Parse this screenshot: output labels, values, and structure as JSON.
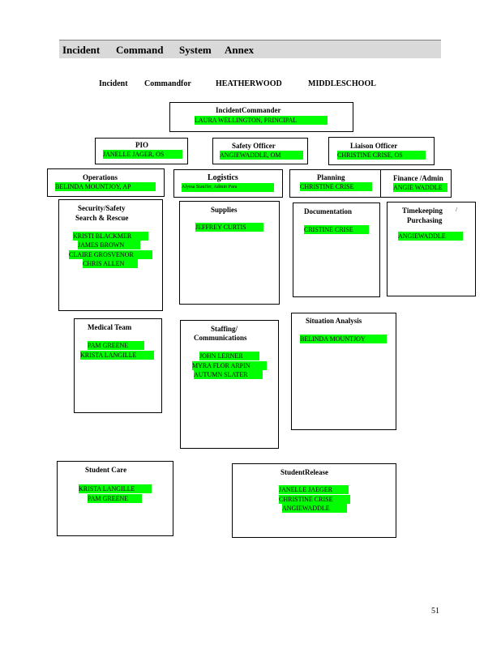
{
  "header": {
    "w1": "Incident",
    "w2": "Command",
    "w3": "System",
    "w4": "Annex"
  },
  "title": {
    "t1": "Incident",
    "t2": "Commandfor",
    "t3": "HEATHERWOOD",
    "t4": "MIDDLESCHOOL"
  },
  "commander": {
    "label": "IncidentCommander",
    "name": "LAURA      WELLINGTON,              PRINCIPAL"
  },
  "pio": {
    "label": "PIO",
    "name": "JANELLE         JAGER,        OS"
  },
  "safety": {
    "label": "Safety      Officer",
    "name": "ANGIEWADDLE,                OM"
  },
  "liaison": {
    "label": "Liaison       Officer",
    "name": "CHRISTINE          CRISE,        OS"
  },
  "operations": {
    "label": "Operations",
    "name": "BELINDA       MOUNTJOY,           AP"
  },
  "logistics": {
    "label": "Logistics",
    "name": "Alyssa     Stauffer,         Admin      Para"
  },
  "planning": {
    "label": "Planning",
    "name": "CHRISTINE           CRISE"
  },
  "finance": {
    "label": "Finance      /Admin",
    "name": "ANGIE        WADDLE"
  },
  "security": {
    "label1": "Security/Safety",
    "label2": "Search       & Rescue",
    "n1": "KRISTI        BLACKMER",
    "n2": "JAMES        BROWN",
    "n3": "CLAIRE       GROSVENOR",
    "n4": "CHRIS      ALLEN"
  },
  "supplies": {
    "label": "Supplies",
    "name": "JEFFREY          CURTIS"
  },
  "documentation": {
    "label": "Documentation",
    "name": "CRISTINE           CRISE"
  },
  "timekeeping": {
    "label1": "Timekeeping",
    "slash": "/",
    "label2": "Purchasing",
    "name": "ANGIEWADDLE"
  },
  "medical": {
    "label": "Medical        Team",
    "n1": "PAM       GREENE",
    "n2": "KRISTA        LANGILLE"
  },
  "staffing": {
    "label1": "Staffing/",
    "label2": "Communications",
    "n1": "JOHN       LERNER",
    "n2": "MYRA      FLOR      ARPIN",
    "n3": "AUTUMN         SLATER"
  },
  "situation": {
    "label": "Situation          Analysis",
    "name": "BELINDA           MOUNTJOY"
  },
  "studentcare": {
    "label": "Student          Care",
    "n1": "KRISTA        LANGILLE",
    "n2": "PAM       GREENE"
  },
  "studentrelease": {
    "label": "StudentRelease",
    "n1": "JANELLE          JAEGER",
    "n2": "CHRISTINE              CRISE",
    "n3": "ANGIEWADDLE"
  },
  "page_number": "51"
}
